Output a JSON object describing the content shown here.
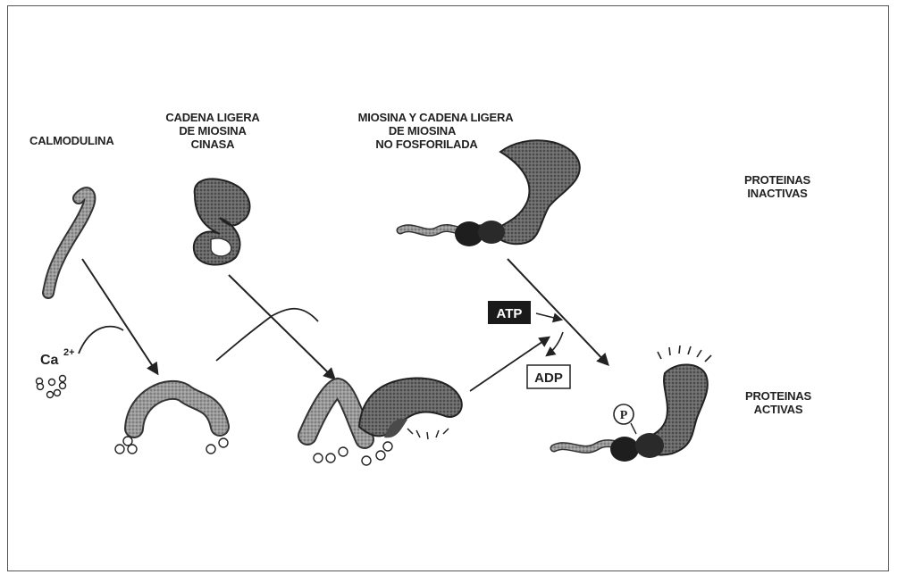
{
  "labels": {
    "calmodulina": "CALMODULINA",
    "cinasa_line1": "CADENA LIGERA",
    "cinasa_line2": "DE MIOSINA",
    "cinasa_line3": "CINASA",
    "miosina_line1": "MIOSINA Y CADENA LIGERA",
    "miosina_line2": "DE MIOSINA",
    "miosina_line3": "NO FOSFORILADA",
    "inactivas_line1": "PROTEINAS",
    "inactivas_line2": "INACTIVAS",
    "activas_line1": "PROTEINAS",
    "activas_line2": "ACTIVAS"
  },
  "ions": {
    "ca": "Ca",
    "charge": "2+"
  },
  "energy": {
    "atp": "ATP",
    "adp": "ADP"
  },
  "phosphate": "P",
  "colors": {
    "protein": "#8a8a8a",
    "protein_dark": "#3a3a3a",
    "head": "#1e1e1e",
    "atp_bg": "#1a1a1a"
  }
}
